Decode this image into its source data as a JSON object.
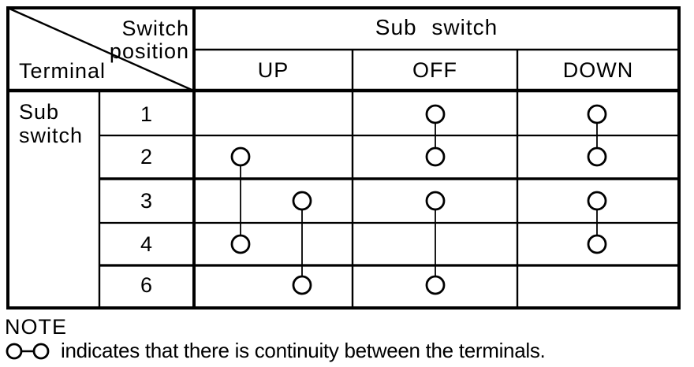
{
  "colors": {
    "ink": "#000000",
    "paper": "#ffffff"
  },
  "table": {
    "corner": {
      "top_line1": "Switch",
      "top_line2": "position",
      "bottom": "Terminal"
    },
    "group_header": "Sub switch",
    "columns": [
      "UP",
      "OFF",
      "DOWN"
    ],
    "row_group": "Sub switch",
    "terminals": [
      "1",
      "2",
      "3",
      "4",
      "6"
    ],
    "continuity": [
      {
        "switch_position": "UP",
        "between": [
          "2",
          "4"
        ]
      },
      {
        "switch_position": "UP",
        "between": [
          "3",
          "6"
        ]
      },
      {
        "switch_position": "OFF",
        "between": [
          "1",
          "2"
        ]
      },
      {
        "switch_position": "OFF",
        "between": [
          "3",
          "6"
        ]
      },
      {
        "switch_position": "DOWN",
        "between": [
          "1",
          "2"
        ]
      },
      {
        "switch_position": "DOWN",
        "between": [
          "3",
          "4"
        ]
      }
    ]
  },
  "note": {
    "title": "NOTE",
    "text": "indicates that there is continuity between the terminals."
  }
}
